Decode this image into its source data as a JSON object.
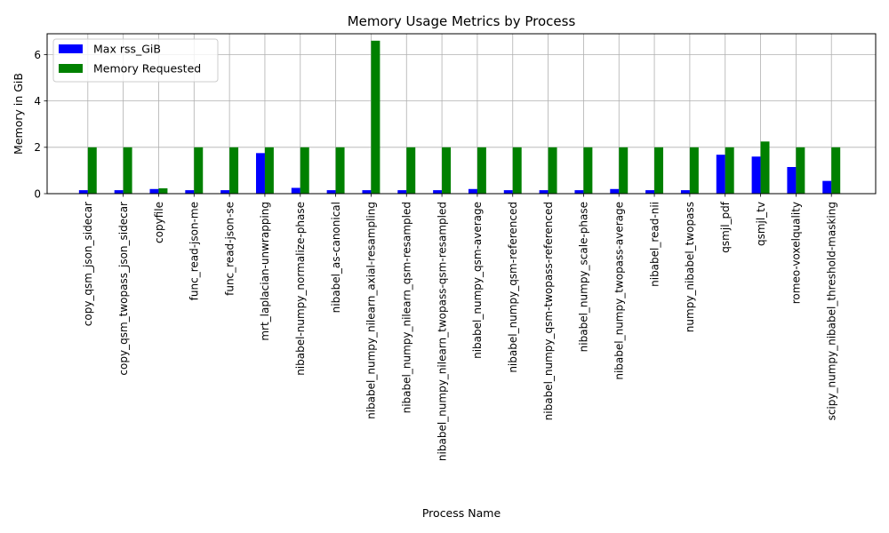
{
  "chart_data": {
    "type": "bar",
    "title": "Memory Usage Metrics by Process",
    "xlabel": "Process Name",
    "ylabel": "Memory in GiB",
    "ylim": [
      0,
      6.9
    ],
    "yticks": [
      0,
      2,
      4,
      6
    ],
    "grid": true,
    "legend_position": "top-left",
    "categories": [
      "copy_qsm_json_sidecar",
      "copy_qsm_twopass_json_sidecar",
      "copyfile",
      "func_read-json-me",
      "func_read-json-se",
      "mrt_laplacian-unwrapping",
      "nibabel-numpy_normalize-phase",
      "nibabel_as-canonical",
      "nibabel_numpy_nilearn_axial-resampling",
      "nibabel_numpy_nilearn_qsm-resampled",
      "nibabel_numpy_nilearn_twopass-qsm-resampled",
      "nibabel_numpy_qsm-average",
      "nibabel_numpy_qsm-referenced",
      "nibabel_numpy_qsm-twopass-referenced",
      "nibabel_numpy_scale-phase",
      "nibabel_numpy_twopass-average",
      "nibabel_read-nii",
      "numpy_nibabel_twopass",
      "qsmjl_pdf",
      "qsmjl_tv",
      "romeo-voxelquality",
      "scipy_numpy_nibabel_threshold-masking"
    ],
    "series": [
      {
        "name": "Max rss_GiB",
        "color": "#0000ff",
        "values": [
          0.15,
          0.15,
          0.2,
          0.15,
          0.15,
          1.75,
          0.25,
          0.15,
          0.15,
          0.15,
          0.15,
          0.2,
          0.15,
          0.15,
          0.15,
          0.2,
          0.15,
          0.15,
          1.68,
          1.6,
          1.15,
          0.55
        ]
      },
      {
        "name": "Memory Requested",
        "color": "#008000",
        "values": [
          2,
          2,
          0.23,
          2,
          2,
          2,
          2,
          2,
          6.6,
          2,
          2,
          2,
          2,
          2,
          2,
          2,
          2,
          2,
          2,
          2.25,
          2,
          2
        ]
      }
    ]
  }
}
